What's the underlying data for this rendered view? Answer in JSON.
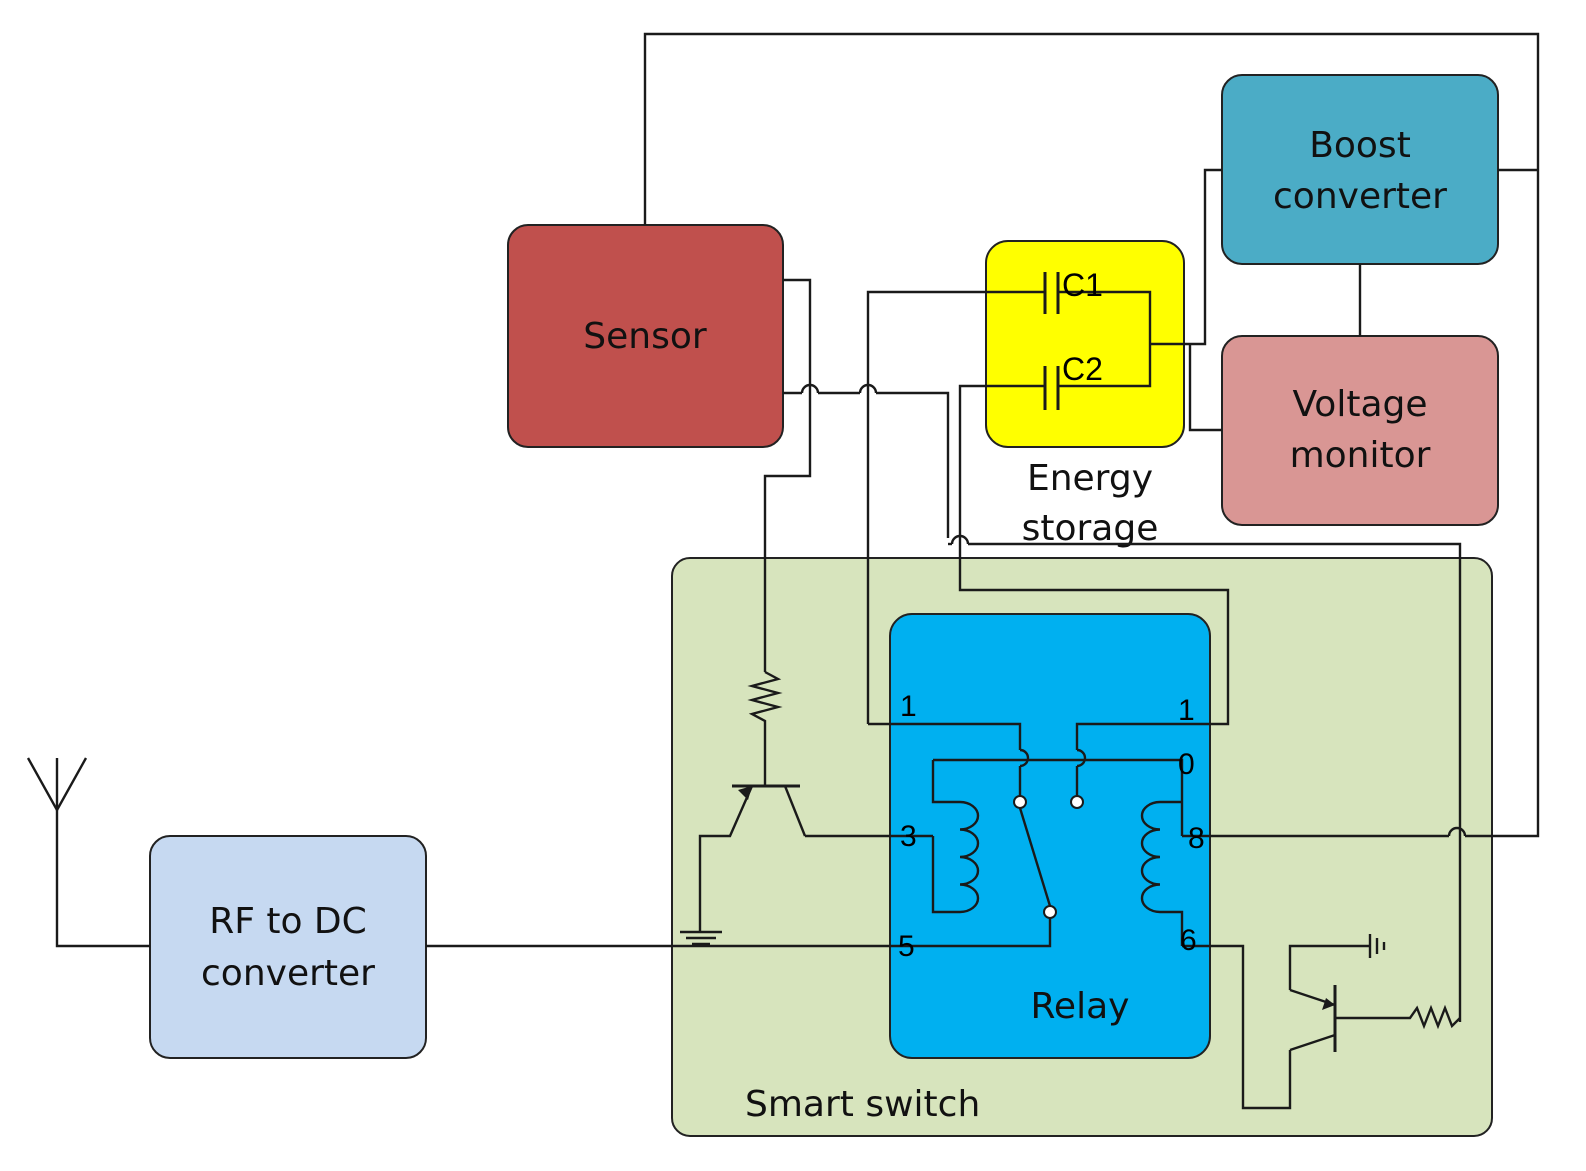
{
  "blocks": {
    "sensor": "Sensor",
    "boost_line1": "Boost",
    "boost_line2": "converter",
    "voltage_line1": "Voltage",
    "voltage_line2": "monitor",
    "energy_line1": "Energy",
    "energy_line2": "storage",
    "rf_line1": "RF to DC",
    "rf_line2": "converter",
    "relay": "Relay",
    "smart_switch": "Smart switch"
  },
  "capacitors": {
    "c1": "C1",
    "c2": "C2"
  },
  "relay_pins": {
    "left_1": "1",
    "right_1": "1",
    "right_0": "0",
    "left_3": "3",
    "right_8": "8",
    "left_5": "5",
    "right_6": "6"
  },
  "colors": {
    "sensor": "#c0504d",
    "boost": "#4bacc6",
    "voltage": "#d99694",
    "energy": "#ffff00",
    "rf": "#c6d9f1",
    "relay": "#00b0f0",
    "smart_switch": "#d7e4bd"
  },
  "icons": [
    "antenna-icon",
    "ground-icon",
    "resistor-icon",
    "transistor-icon",
    "capacitor-icon",
    "coil-icon"
  ]
}
